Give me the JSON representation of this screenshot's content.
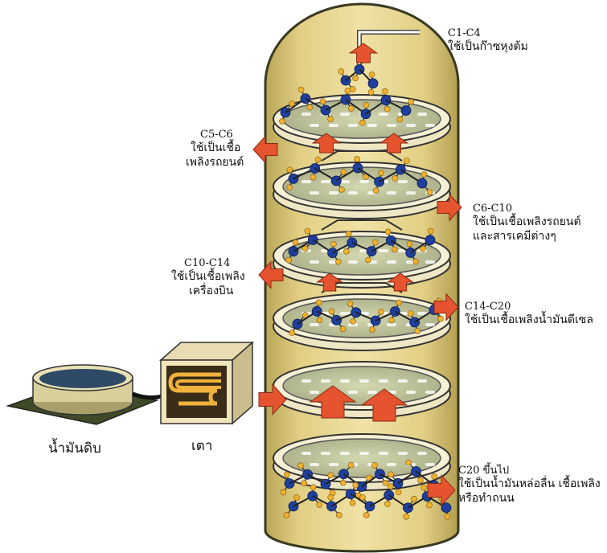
{
  "tower": {
    "fractions": [
      {
        "id": "c1-c4",
        "range": "C1-C4",
        "use_lines": [
          "ใช้เป็นก๊าซหุงต้ม"
        ]
      },
      {
        "id": "c5-c6",
        "range": "C5-C6",
        "use_lines": [
          "ใช้เป็นเชื้อ",
          "เพลิงรถยนต์"
        ]
      },
      {
        "id": "c6-c10",
        "range": "C6-C10",
        "use_lines": [
          "ใช้เป็นเชื้อเพลิงรถยนต์",
          "และสารเคมีต่างๆ"
        ]
      },
      {
        "id": "c10-c14",
        "range": "C10-C14",
        "use_lines": [
          "ใช้เป็นเชื้อเพลิง",
          "เครื่องบิน"
        ]
      },
      {
        "id": "c14-c20",
        "range": "C14-C20",
        "use_lines": [
          "ใช้เป็นเชื้อเพลิงน้ำมันดีเซล"
        ]
      },
      {
        "id": "c20-up",
        "range": "C20 ขึ้นไป",
        "use_lines": [
          "ใช้เป็นน้ำมันหล่อลื่น เชื้อเพลิง",
          "หรือทำถนน"
        ]
      }
    ]
  },
  "inputs": {
    "crude_oil_label": "น้ำมันดิบ",
    "furnace_label": "เตา"
  },
  "colors": {
    "tower_fill": "#e6d487",
    "arrow": "#e5532f",
    "carbon_atom": "#1f3f9e",
    "hydrogen_atom": "#f0b030",
    "heating_coil": "#f0b23c"
  }
}
